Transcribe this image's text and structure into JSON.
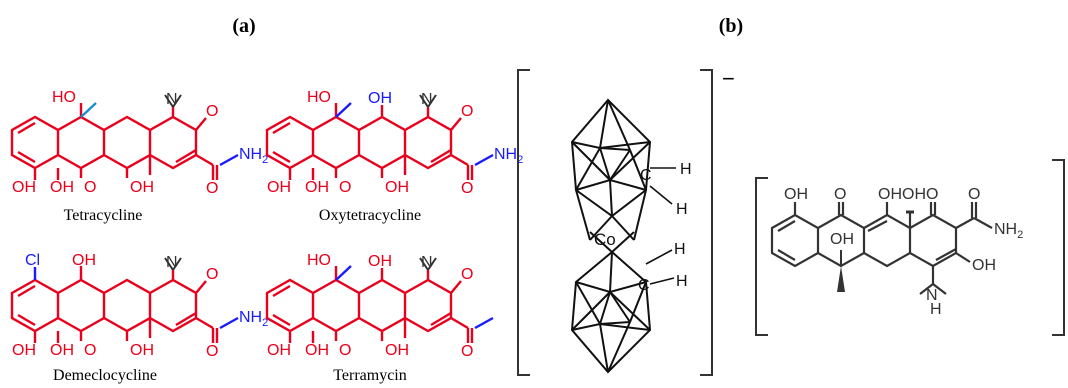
{
  "panels": {
    "a": {
      "label": "(a)"
    },
    "b": {
      "label": "(b)"
    }
  },
  "molecules": [
    {
      "name": "Tetracycline"
    },
    {
      "name": "Oxytetracycline"
    },
    {
      "name": "Demeclocycline"
    },
    {
      "name": "Terramycin"
    }
  ],
  "atoms": {
    "oh": "OH",
    "ho": "HO",
    "o": "O",
    "n": "N",
    "nh2": "NH",
    "sub2": "2",
    "cl": "Cl",
    "co": "Co",
    "c": "C",
    "h": "H"
  },
  "cobalt_complex": {
    "charge": "−"
  },
  "colors": {
    "skeleton": "#e8001c",
    "substituent": "#1a1aff",
    "cage": "#111111",
    "molecule_b": "#333333"
  }
}
